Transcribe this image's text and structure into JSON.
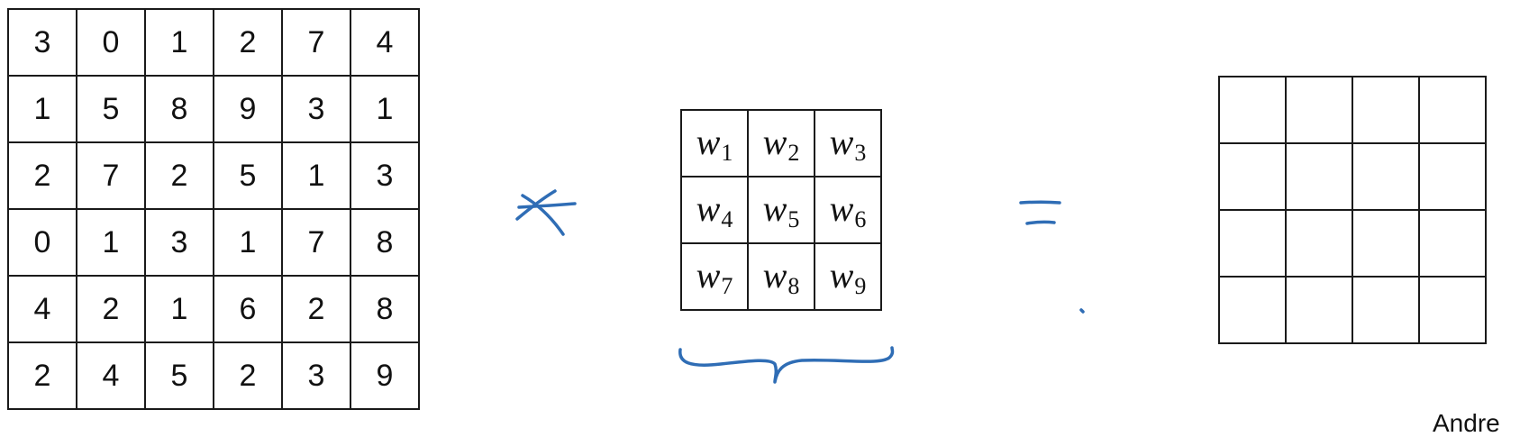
{
  "input_matrix": {
    "rows": [
      [
        "3",
        "0",
        "1",
        "2",
        "7",
        "4"
      ],
      [
        "1",
        "5",
        "8",
        "9",
        "3",
        "1"
      ],
      [
        "2",
        "7",
        "2",
        "5",
        "1",
        "3"
      ],
      [
        "0",
        "1",
        "3",
        "1",
        "7",
        "8"
      ],
      [
        "4",
        "2",
        "1",
        "6",
        "2",
        "8"
      ],
      [
        "2",
        "4",
        "5",
        "2",
        "3",
        "9"
      ]
    ]
  },
  "filter_matrix": {
    "rows": [
      [
        {
          "base": "w",
          "sub": "1"
        },
        {
          "base": "w",
          "sub": "2"
        },
        {
          "base": "w",
          "sub": "3"
        }
      ],
      [
        {
          "base": "w",
          "sub": "4"
        },
        {
          "base": "w",
          "sub": "5"
        },
        {
          "base": "w",
          "sub": "6"
        }
      ],
      [
        {
          "base": "w",
          "sub": "7"
        },
        {
          "base": "w",
          "sub": "8"
        },
        {
          "base": "w",
          "sub": "9"
        }
      ]
    ]
  },
  "output_matrix": {
    "rows": [
      [
        "",
        "",
        "",
        ""
      ],
      [
        "",
        "",
        "",
        ""
      ],
      [
        "",
        "",
        "",
        ""
      ],
      [
        "",
        "",
        "",
        ""
      ]
    ]
  },
  "annotations": {
    "ink_color": "#2f6db5",
    "convolution_symbol": "convolution-asterisk",
    "equals_symbol": "equals-sign",
    "brace_symbol": "underbrace"
  },
  "footer": {
    "signature_text": "Andre"
  }
}
